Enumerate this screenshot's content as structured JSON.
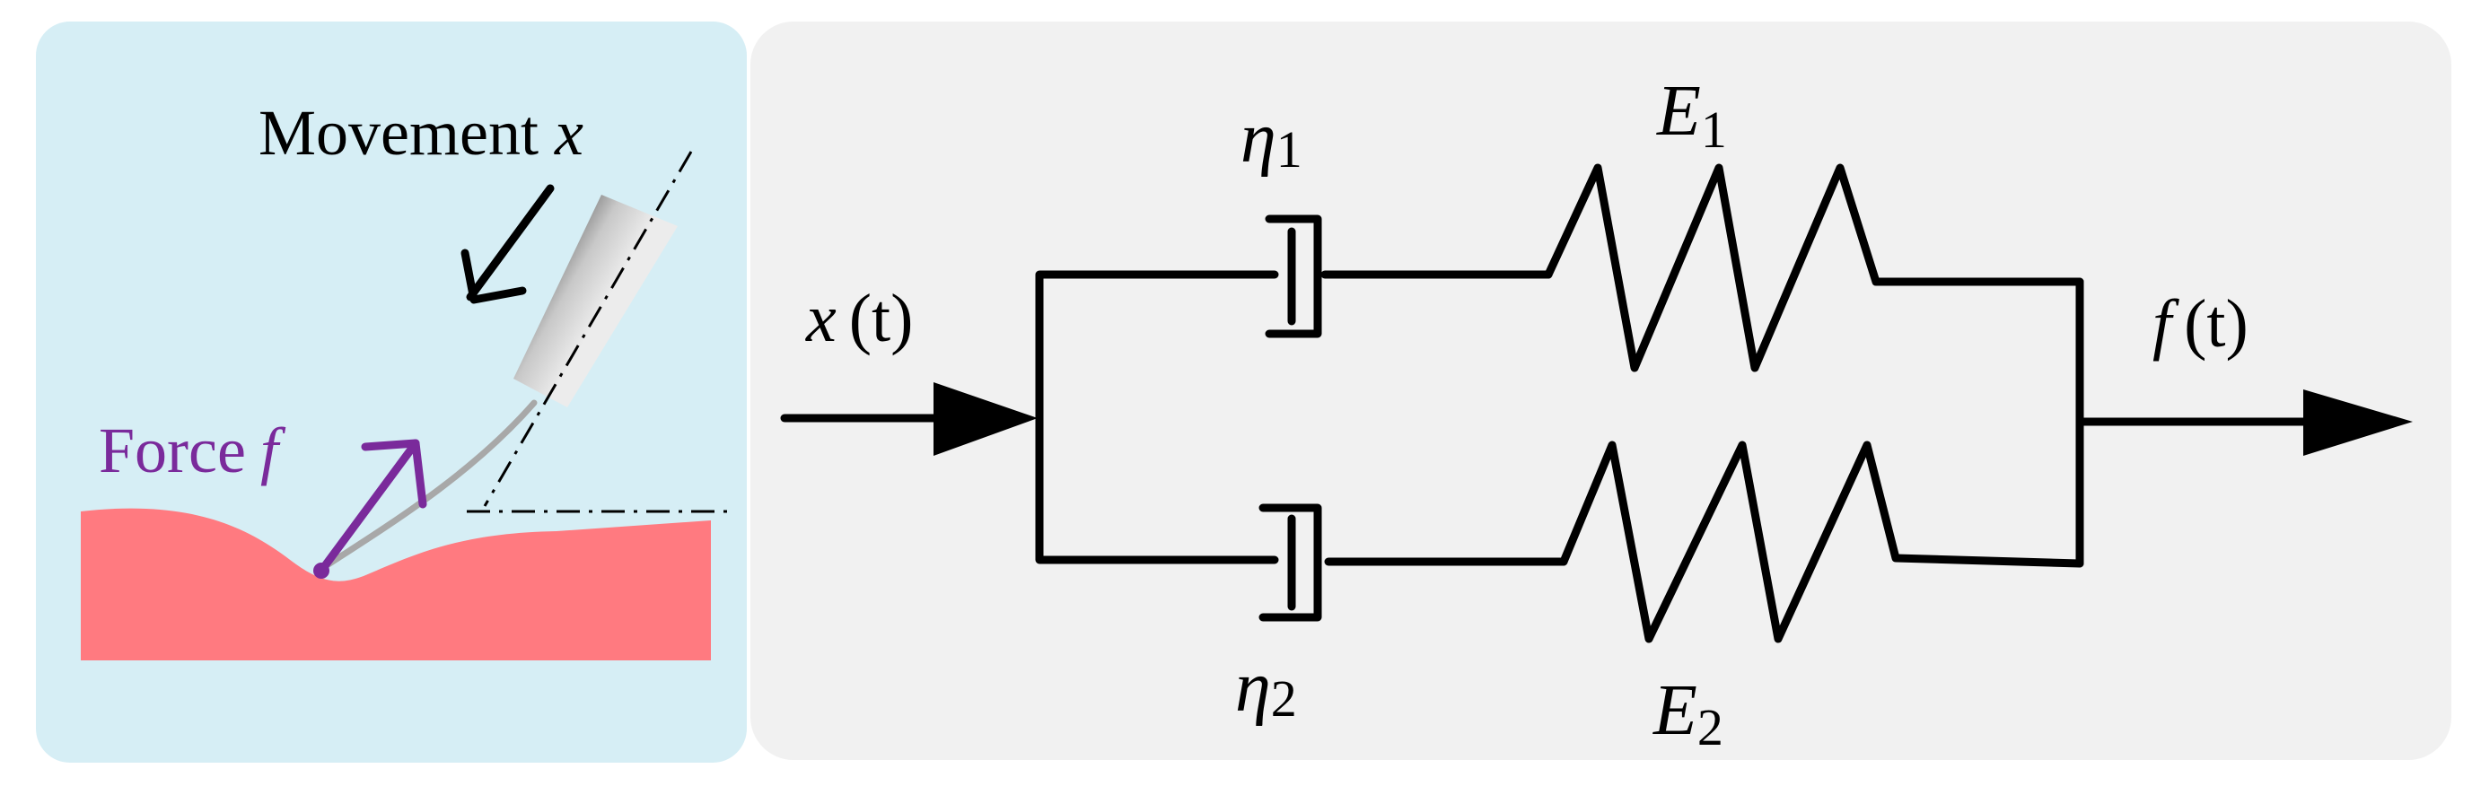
{
  "left_panel": {
    "movement_label": "Movement",
    "movement_var": "x",
    "force_label": "Force",
    "force_var": "f",
    "colors": {
      "background": "#d6eef5",
      "surface": "#ff7a80",
      "force_arrow": "#7a2a9b",
      "probe": "#a8a8a8"
    }
  },
  "right_panel": {
    "input_var": "x",
    "input_arg": "(t)",
    "output_var": "f",
    "output_arg": "(t)",
    "eta1_sym": "η",
    "eta1_sub": "1",
    "eta2_sym": "η",
    "eta2_sub": "2",
    "E1_sym": "E",
    "E1_sub": "1",
    "E2_sym": "E",
    "E2_sub": "2",
    "colors": {
      "background": "#f1f1f1",
      "line": "#000000"
    }
  }
}
